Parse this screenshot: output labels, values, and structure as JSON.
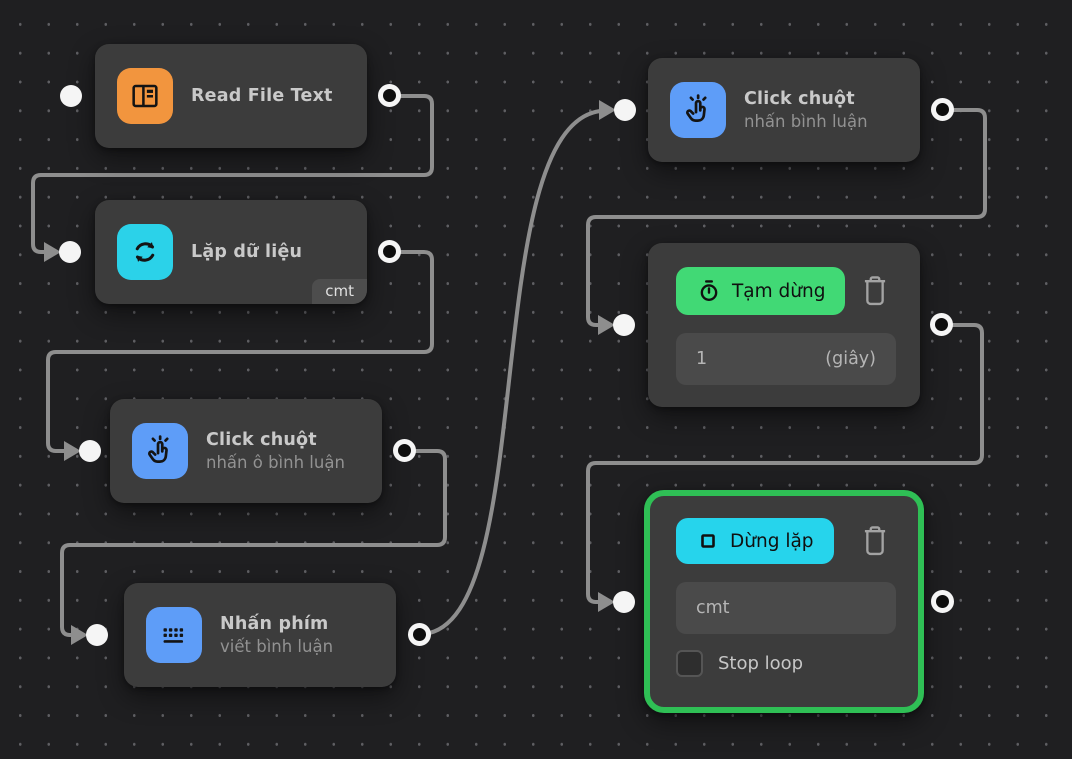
{
  "colors": {
    "bg": "#1f1f21",
    "dot": "#5f5f63",
    "node": "#3c3c3c",
    "field": "#4a4a4a",
    "title": "#c9c9c9",
    "subtitle": "#929292",
    "wire": "#8e8e8e",
    "port": "#f5f5f5",
    "orange": "#f2953e",
    "cyan": "#2bd2e9",
    "blue": "#5e9df8",
    "green": "#41d975",
    "select": "#2fbf55",
    "trash": "#a3a3a3"
  },
  "nodes": {
    "read_file": {
      "title": "Read File Text"
    },
    "loop_data": {
      "title": "Lặp dữ liệu",
      "badge": "cmt"
    },
    "click_comment_box": {
      "title": "Click chuột",
      "subtitle": "nhấn ô bình luận"
    },
    "press_key": {
      "title": "Nhấn phím",
      "subtitle": "viết bình luận"
    },
    "click_comment": {
      "title": "Click chuột",
      "subtitle": "nhấn bình luận"
    },
    "pause": {
      "button_label": "Tạm dừng",
      "value": "1",
      "unit_label": "(giây)"
    },
    "stop_loop": {
      "button_label": "Dừng lặp",
      "value": "cmt",
      "checkbox_label": "Stop loop",
      "checkbox_checked": false,
      "selected": true
    }
  }
}
